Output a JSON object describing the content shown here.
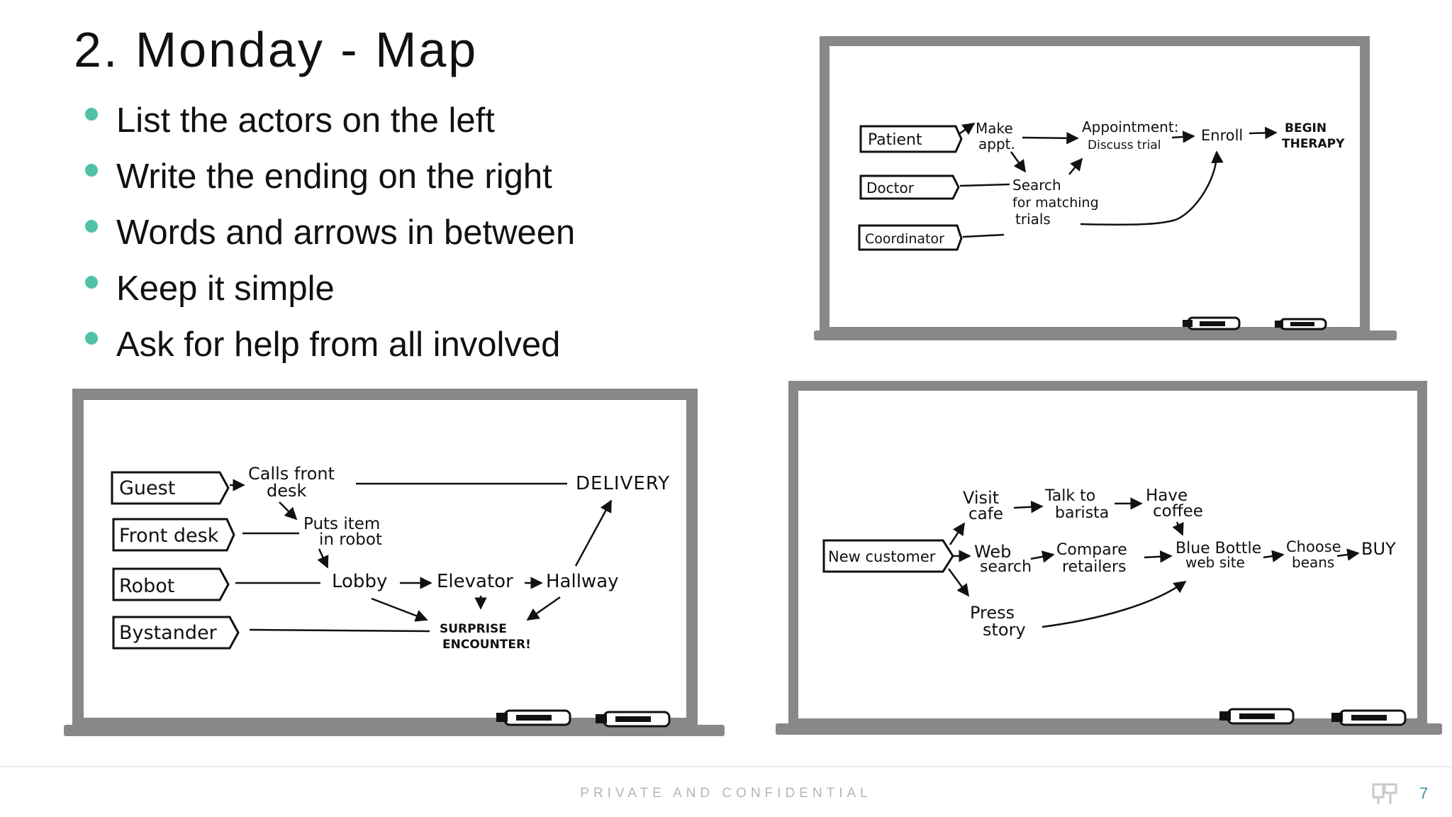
{
  "slide": {
    "title": "2. Monday - Map",
    "bullets": [
      "List the actors on the left",
      "Write the ending on the right",
      "Words and arrows in between",
      "Keep it simple",
      "Ask for help from all involved"
    ],
    "accent_color": "#4fc1a6",
    "page_number": "7",
    "footer_text": "PRIVATE AND CONFIDENTIAL",
    "footer_logo_icon": "company-logo-icon"
  },
  "board_patient": {
    "actors": [
      "Patient",
      "Doctor",
      "Coordinator"
    ],
    "steps": {
      "make_appt_1": "Make",
      "make_appt_2": "appt.",
      "appointment_1": "Appointment:",
      "appointment_2": "Discuss trial",
      "enroll": "Enroll",
      "begin_1": "BEGIN",
      "begin_2": "THERAPY",
      "search_1": "Search",
      "search_2": "for matching",
      "search_3": "trials"
    }
  },
  "board_robot": {
    "actors": [
      "Guest",
      "Front desk",
      "Robot",
      "Bystander"
    ],
    "steps": {
      "calls_1": "Calls front",
      "calls_2": "desk",
      "delivery": "DELIVERY",
      "puts_1": "Puts item",
      "puts_2": "in robot",
      "lobby": "Lobby",
      "elevator": "Elevator",
      "hallway": "Hallway",
      "surprise_1": "SURPRISE",
      "surprise_2": "ENCOUNTER!"
    }
  },
  "board_coffee": {
    "actors": [
      "New customer"
    ],
    "steps": {
      "visit_1": "Visit",
      "visit_2": "cafe",
      "talk_1": "Talk to",
      "talk_2": "barista",
      "have_1": "Have",
      "have_2": "coffee",
      "web_1": "Web",
      "web_2": "search",
      "compare_1": "Compare",
      "compare_2": "retailers",
      "blue_1": "Blue Bottle",
      "blue_2": "web site",
      "choose_1": "Choose",
      "choose_2": "beans",
      "buy": "BUY",
      "press_1": "Press",
      "press_2": "story"
    }
  }
}
